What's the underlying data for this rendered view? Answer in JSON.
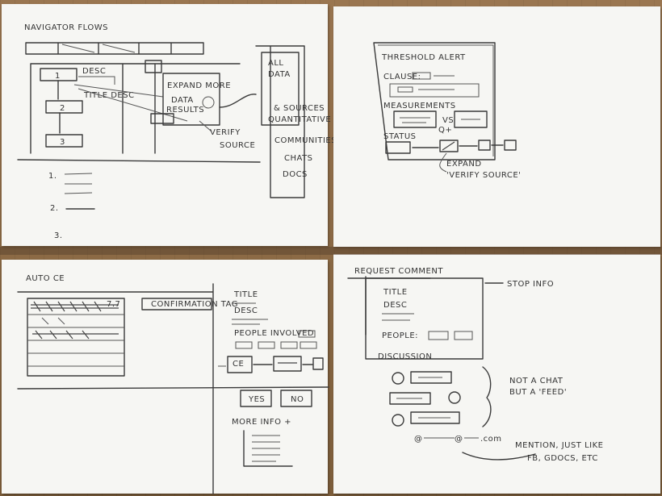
{
  "sheet1": {
    "title": "NAVIGATOR FLOWS",
    "step1": "1",
    "step2": "2",
    "step3": "3",
    "desc": "DESC",
    "title_desc": "TITLE\nDESC",
    "expand_more": "EXPAND MORE",
    "data": "DATA",
    "results": "RESULTS",
    "verify_source": "VERIFY\nSOURCE",
    "side_all": "ALL",
    "side_data": "DATA",
    "side_sources": "& SOURCES",
    "side_quantitative": "QUANTITATIVE",
    "side_communities": "COMMUNITIES",
    "side_chats": "CHATS",
    "side_docs": "DOCS",
    "list1": "1.",
    "list2": "2.",
    "list3": "3."
  },
  "sheet2": {
    "title": "THRESHOLD ALERT",
    "clause": "CLAUSE:",
    "measurements": "MEASUREMENTS",
    "vs": "VS",
    "status": "STATUS",
    "q_plus": "Q+",
    "expand": "EXPAND",
    "verify": "'VERIFY SOURCE'"
  },
  "sheet3": {
    "title": "AUTO CE",
    "confirm_tag": "CONFIRMATION TAG",
    "ratio": "7.7",
    "r_title": "TITLE",
    "r_desc": "DESC",
    "people_involved": "PEOPLE INVOLVED",
    "ce": "CE",
    "yes": "YES",
    "no": "NO",
    "more_info": "MORE INFO +"
  },
  "sheet4": {
    "title": "REQUEST COMMENT",
    "stop_info": "STOP INFO",
    "card_title": "TITLE",
    "card_desc": "DESC",
    "people": "PEOPLE:",
    "discussion": "DISCUSSION",
    "not_a_chat": "NOT A CHAT",
    "but_a_feed": "BUT A 'FEED'",
    "mention_at": "@",
    "mention_com": ".com",
    "mention_note": "MENTION, JUST LIKE",
    "mention_note2": "FB, GDOCS, ETC"
  }
}
